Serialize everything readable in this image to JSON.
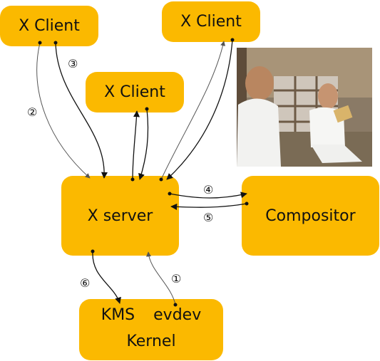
{
  "boxes": {
    "client_left": "X Client",
    "client_middle": "X Client",
    "client_right": "X Client",
    "xserver": "X server",
    "compositor": "Compositor",
    "kernel_kms": "KMS",
    "kernel_evdev": "evdev",
    "kernel_label": "Kernel"
  },
  "steps": {
    "s1": "①",
    "s2": "②",
    "s3": "③",
    "s4": "④",
    "s5": "⑤",
    "s6": "⑥"
  },
  "colors": {
    "box_fill": "#fbb900",
    "arrow": "#111111",
    "thin_arrow": "#555555"
  },
  "photo": {
    "description_icon": "video-frame-image"
  }
}
